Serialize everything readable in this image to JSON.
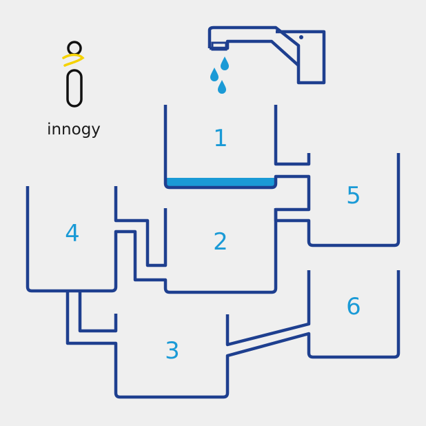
{
  "brand": {
    "name": "innogy",
    "icon": "innogy-logo-icon",
    "accent_color": "#f5d200",
    "ink_color": "#111111"
  },
  "diagram": {
    "pipe_color": "#1e3f8f",
    "water_color": "#1a9ad6",
    "containers": [
      {
        "id": "1",
        "label": "1",
        "has_water": true
      },
      {
        "id": "2",
        "label": "2",
        "has_water": false
      },
      {
        "id": "3",
        "label": "3",
        "has_water": false
      },
      {
        "id": "4",
        "label": "4",
        "has_water": false
      },
      {
        "id": "5",
        "label": "5",
        "has_water": false
      },
      {
        "id": "6",
        "label": "6",
        "has_water": false
      }
    ],
    "icons": [
      "faucet-icon",
      "water-drop-icon"
    ]
  }
}
